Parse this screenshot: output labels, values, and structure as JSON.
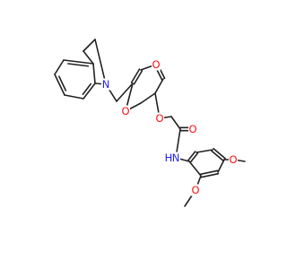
{
  "colors": {
    "bond": "#222222",
    "oxygen": "#ff0d0d",
    "nitrogen": "#2020ff",
    "background": "#ffffff"
  },
  "labels": {
    "O_ketone": "O",
    "O_pyran": "O",
    "O_ether": "O",
    "O_carbonyl": "O",
    "O_methoxy_ortho": "O",
    "O_methoxy_para": "O",
    "N_indoline": "N",
    "NH_amide": "N",
    "H_amide": "H"
  }
}
